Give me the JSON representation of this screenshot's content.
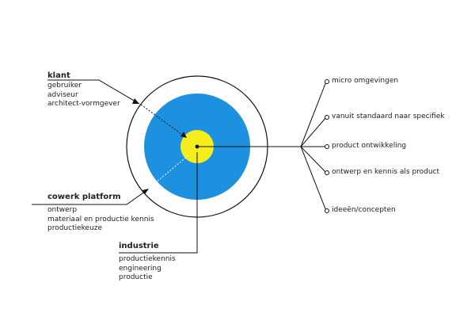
{
  "colors": {
    "outer_ring": "#111111",
    "platform_fill": "#1e90e0",
    "core_fill": "#f6ee1c",
    "line": "#111111"
  },
  "groups": [
    {
      "title": "klant",
      "items": [
        "gebruiker",
        "adviseur",
        "architect-vormgever"
      ]
    },
    {
      "title": "cowerk platform",
      "items": [
        "ontwerp",
        "materiaal en productie kennis",
        "productiekeuze"
      ]
    },
    {
      "title": "industrie",
      "items": [
        "productiekennis",
        "engineering",
        "productie"
      ]
    }
  ],
  "outputs": [
    "micro omgevingen",
    "vanuit standaard naar specifiek",
    "product ontwikkeling",
    "ontwerp en kennis als product",
    "ideeën/concepten"
  ]
}
